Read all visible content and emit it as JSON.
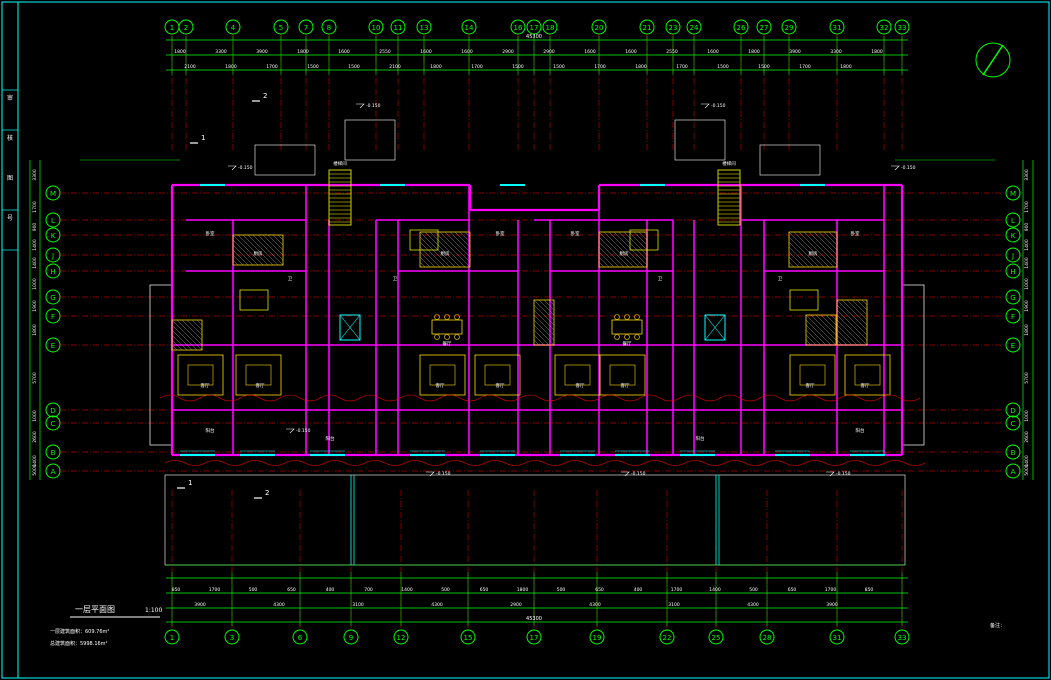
{
  "colors": {
    "background": "#000000",
    "frame": "#00ffff",
    "dimension": "#00ff00",
    "grid_axis": "#ff0000",
    "wall": "#ff00ff",
    "furniture": "#ffd700",
    "window": "#00ffff",
    "text": "#ffffff",
    "stair": "#ffff00",
    "hatch": "#b0b0b0"
  },
  "top_axes": [
    "1",
    "2",
    "4",
    "5",
    "7",
    "8",
    "10",
    "11",
    "13",
    "14",
    "16",
    "17",
    "18",
    "20",
    "21",
    "23",
    "24",
    "26",
    "27",
    "29",
    "31",
    "32",
    "33"
  ],
  "bottom_axes": [
    "1",
    "3",
    "6",
    "9",
    "12",
    "15",
    "17",
    "19",
    "22",
    "25",
    "28",
    "31",
    "33"
  ],
  "side_axes": [
    "M",
    "L",
    "K",
    "J",
    "H",
    "G",
    "F",
    "E",
    "D",
    "C",
    "B",
    "A"
  ],
  "top_dim_total": "45300",
  "top_dims_row1": [
    "1800",
    "3300",
    "3900",
    "1800",
    "1600",
    "2550",
    "1600",
    "1600",
    "2900",
    "2900",
    "1600",
    "1600",
    "2550",
    "1600",
    "1800",
    "3900",
    "3300",
    "1800"
  ],
  "top_dims_row2": [
    "2100",
    "1800",
    "1700",
    "1500",
    "1500",
    "2100",
    "1800",
    "1700",
    "1500",
    "1500",
    "1700",
    "1800",
    "1700",
    "1500",
    "1500",
    "1700",
    "1800"
  ],
  "bottom_dims_row1": [
    "850",
    "1700",
    "500",
    "650",
    "400",
    "700",
    "1400",
    "500",
    "650",
    "1800",
    "500",
    "650",
    "400",
    "1700",
    "1400",
    "500",
    "650",
    "1700",
    "850"
  ],
  "bottom_dims_row2": [
    "3900",
    "4300",
    "3100",
    "4300",
    "2900",
    "4300",
    "3100",
    "4300",
    "3900"
  ],
  "bottom_dim_total": "45300",
  "left_dims": [
    "3300",
    "1700",
    "900",
    "1400",
    "1400",
    "1000",
    "1900",
    "1800",
    "5700",
    "1000",
    "2600",
    "1400",
    "5000"
  ],
  "right_dims": [
    "3300",
    "1700",
    "900",
    "1400",
    "1400",
    "1000",
    "1900",
    "1800",
    "5700",
    "1000",
    "2600",
    "1400",
    "5000"
  ],
  "elevations": [
    "-0.150",
    "-0.150",
    "-0.150",
    "-0.150",
    "-0.150",
    "-0.150",
    "-0.150",
    "-0.150"
  ],
  "section_marks": [
    "2",
    "1",
    "1",
    "2"
  ],
  "annotations": {
    "plan_title": "一层平面图",
    "scale": "1:100",
    "area_line1": "一层建筑面积：609.76m²",
    "area_line2": "总建筑面积：5998.16m²",
    "bottom_right_note": "备注：",
    "dining": "餐厅",
    "living": "客厅",
    "bedroom": "卧室",
    "kitchen": "厨房",
    "toilet": "卫",
    "balcony": "阳台",
    "stair": "楼梯间"
  },
  "title_block": [
    "审",
    "核",
    "图",
    "号"
  ]
}
